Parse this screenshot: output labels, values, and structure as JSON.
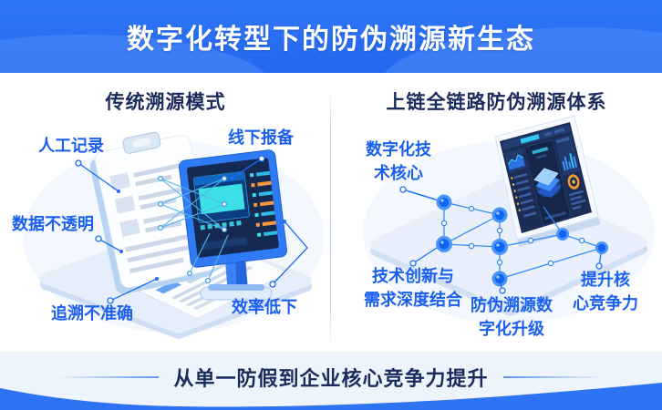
{
  "header": {
    "title": "数字化转型下的防伪溯源新生态"
  },
  "left_panel": {
    "title": "传统溯源模式",
    "label_manual": "人工记录",
    "label_offline": "线下报备",
    "label_opaque": "数据不透明",
    "label_trace": "追溯不准确",
    "label_efficiency": "效率低下"
  },
  "right_panel": {
    "title": "上链全链路防伪溯源体系",
    "label_core": "数字化技\n术核心",
    "label_innovation": "技术创新与\n需求深度结合",
    "label_upgrade": "防伪溯源数\n字化升级",
    "label_competitive": "提升核\n心竞争力"
  },
  "footer": {
    "slogan": "从单一防假到企业核心竞争力提升"
  },
  "colors": {
    "banner_blue": "#2a6ff5",
    "label_blue": "#1a5ff0",
    "title_navy": "#1b2b5c",
    "screen_navy": "#1b2c55",
    "cyan": "#3ce0e6",
    "orange": "#f5973c",
    "node_blue": "#0e63ef",
    "platform": "#e6eefa",
    "footer_bg": "#eef4fc"
  }
}
